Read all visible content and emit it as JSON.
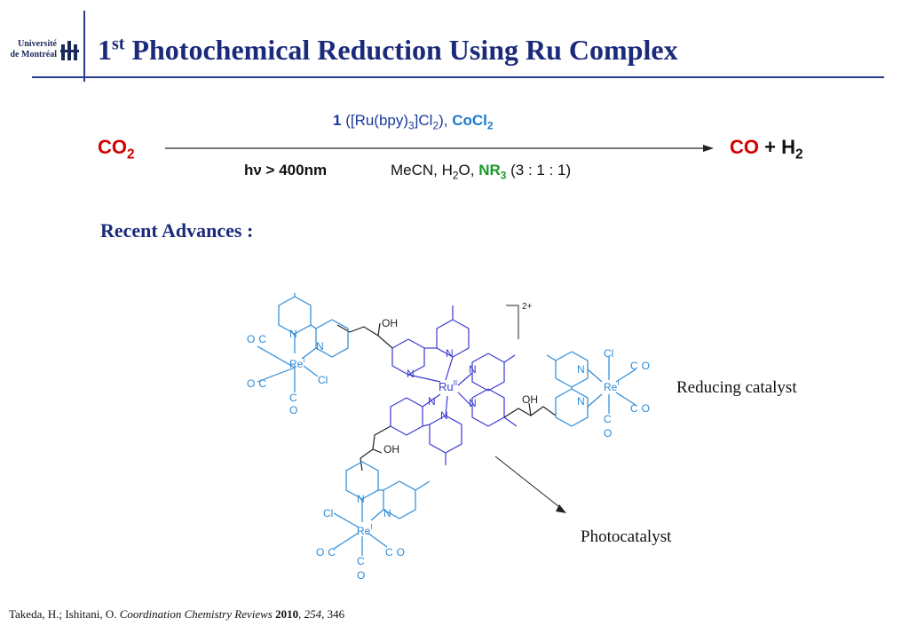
{
  "logo": {
    "line1": "Université",
    "line2": "de Montréal"
  },
  "title": {
    "main_a": "1",
    "sup": "st",
    "main_b": " Photochemical Reduction Using Ru Complex"
  },
  "reaction": {
    "reactant_a": "CO",
    "reactant_sub": "2",
    "above": {
      "num": "1",
      "t1": " ([Ru(bpy)",
      "s1": "3",
      "t2": "]Cl",
      "s2": "2",
      "t3": "), ",
      "cobalt": "CoCl",
      "cobalt_sub": "2"
    },
    "product": {
      "co": "CO",
      "rest": " + H",
      "sub": "2"
    },
    "light": "hν > 400nm",
    "solvent": {
      "a": "MeCN, H",
      "s": "2",
      "b": "O, ",
      "nr": "NR",
      "nr_sub": "3",
      "c": " (3 : 1 : 1)"
    }
  },
  "section": {
    "heading": "Recent Advances :"
  },
  "structure": {
    "charge": "2+",
    "oh": "OH",
    "n": "N",
    "cl": "Cl",
    "c": "C",
    "o": "O",
    "ru": "Ru",
    "ru_ox": "II",
    "re": "Re",
    "re_ox": "I"
  },
  "labels": {
    "reducing": "Reducing catalyst",
    "photo": "Photocatalyst"
  },
  "reference": {
    "authors": "Takeda, H.; Ishitani, O. ",
    "journal": "Coordination Chemistry Reviews",
    "year": "2010",
    "volume": "254",
    "pages": ", 346"
  },
  "colors": {
    "title": "#1b2a7a",
    "red": "#d40000",
    "green": "#1a9a2a",
    "ru_blue": "#3a3ad0",
    "re_blue": "#2a8ad8"
  }
}
